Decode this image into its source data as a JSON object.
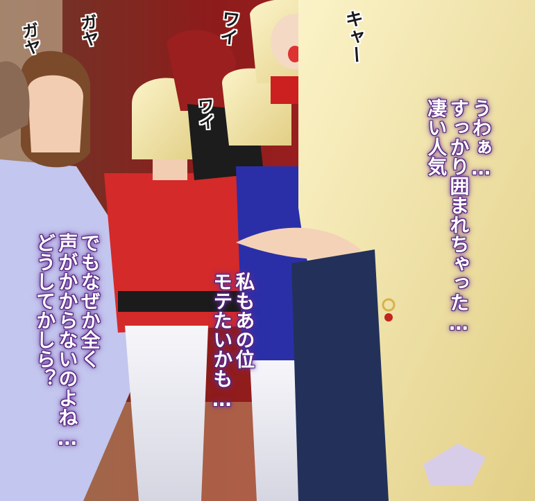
{
  "panel": {
    "colors": {
      "background_red": "#8e1b1b",
      "elf_hair": "#f3e7a8",
      "skin": "#f4d2b8",
      "uniform_red": "#d42a2a",
      "uniform_white": "#f2f2f6",
      "dress_blue": "#2a2fa8",
      "caption_glow": "#6a2c9a"
    }
  },
  "sfx": {
    "gaya_1": "ガヤ",
    "gaya_2": "ガヤ",
    "wai_1": "ワイ",
    "wai_2": "ワイ",
    "kya": "キャー"
  },
  "dialogue": {
    "right": {
      "line1": "凄い人気",
      "line2": "すっかり囲まれちゃった…",
      "line3": "うわぁ…"
    },
    "middle": {
      "line1": "モテたいかも…",
      "line2": "私もあの位"
    },
    "left": {
      "line1": "どうしてかしら？",
      "line2": "声がかからないのよね…",
      "line3": "でもなぜか全く"
    }
  }
}
